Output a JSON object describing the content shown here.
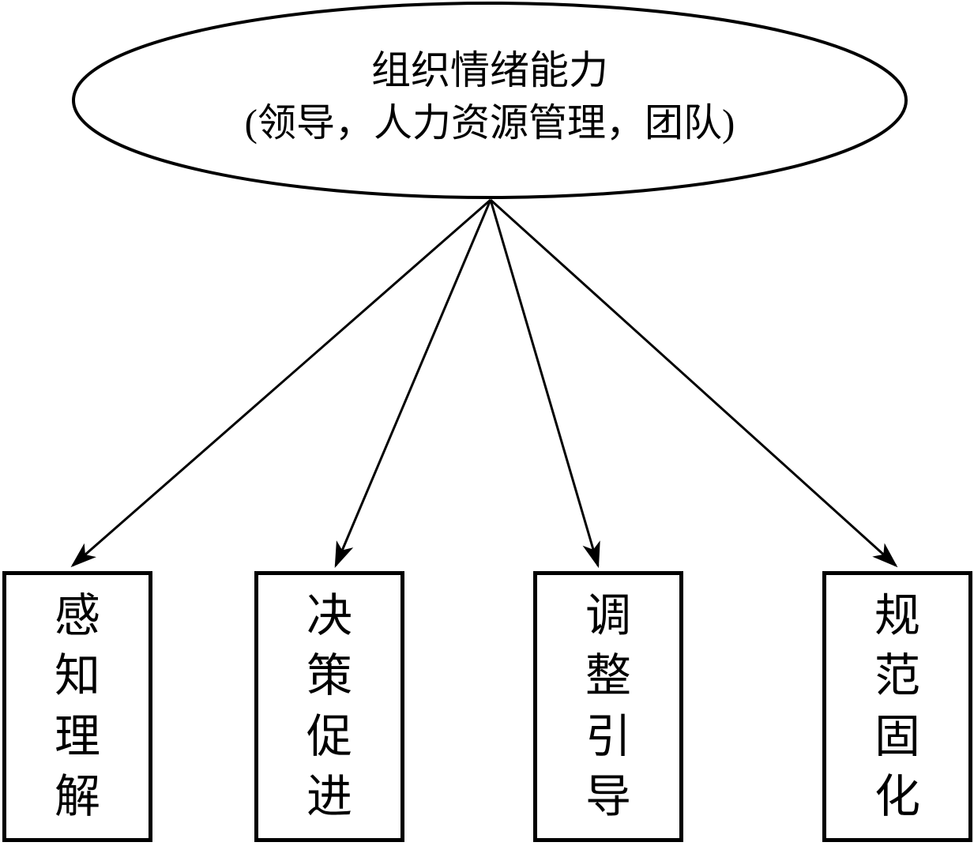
{
  "diagram": {
    "root": {
      "title": "组织情绪能力",
      "subtitle": "(领导，人力资源管理，团队)"
    },
    "boxes": [
      {
        "label": "感知理解",
        "chars": [
          "感",
          "知",
          "理",
          "解"
        ]
      },
      {
        "label": "决策促进",
        "chars": [
          "决",
          "策",
          "促",
          "进"
        ]
      },
      {
        "label": "调整引导",
        "chars": [
          "调",
          "整",
          "引",
          "导"
        ]
      },
      {
        "label": "规范固化",
        "chars": [
          "规",
          "范",
          "固",
          "化"
        ]
      }
    ],
    "edges": [
      {
        "from": "组织情绪能力",
        "to": "感知理解"
      },
      {
        "from": "组织情绪能力",
        "to": "决策促进"
      },
      {
        "from": "组织情绪能力",
        "to": "调整引导"
      },
      {
        "from": "组织情绪能力",
        "to": "规范固化"
      }
    ],
    "colors": {
      "stroke": "#000000",
      "background": "#ffffff"
    }
  }
}
